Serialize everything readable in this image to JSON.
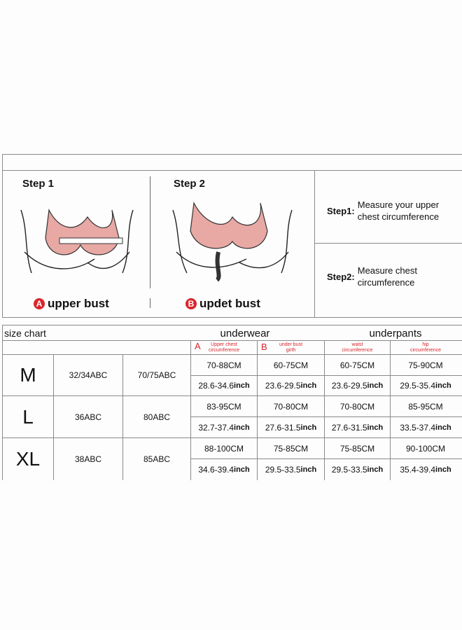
{
  "steps": {
    "step1_title": "Step 1",
    "step2_title": "Step 2",
    "label_a_letter": "A",
    "label_a_text": "upper bust",
    "label_b_letter": "B",
    "label_b_text": "updet bust"
  },
  "instructions": [
    {
      "label": "Step1:",
      "text_line1": "Measure your upper",
      "text_line2": "chest circumference"
    },
    {
      "label": "Step2:",
      "text_line1": "Measure chest",
      "text_line2": "circumference"
    }
  ],
  "table": {
    "size_chart_label": "size chart",
    "underwear_label": "underwear",
    "underpants_label": "underpants",
    "headers": [
      {
        "letter": "A",
        "line1": "Upper chest",
        "line2": "circumference"
      },
      {
        "letter": "B",
        "line1": "under bust",
        "line2": "girth"
      },
      {
        "letter": "",
        "line1": "waist",
        "line2": "circumference"
      },
      {
        "letter": "",
        "line1": "hip",
        "line2": "circumference"
      }
    ],
    "rows": [
      {
        "size": "M",
        "us": "32/34ABC",
        "eu": "70/75ABC",
        "cm": [
          "70-88CM",
          "60-75CM",
          "60-75CM",
          "75-90CM"
        ],
        "inch": [
          "28.6-34.6",
          "23.6-29.5",
          "23.6-29.5",
          "29.5-35.4"
        ]
      },
      {
        "size": "L",
        "us": "36ABC",
        "eu": "80ABC",
        "cm": [
          "83-95CM",
          "70-80CM",
          "70-80CM",
          "85-95CM"
        ],
        "inch": [
          "32.7-37.4",
          "27.6-31.5",
          "27.6-31.5",
          "33.5-37.4"
        ]
      },
      {
        "size": "XL",
        "us": "38ABC",
        "eu": "85ABC",
        "cm": [
          "88-100CM",
          "75-85CM",
          "75-85CM",
          "90-100CM"
        ],
        "inch": [
          "34.6-39.4",
          "29.5-33.5",
          "29.5-33.5",
          "35.4-39.4"
        ]
      }
    ],
    "inch_unit": "inch"
  },
  "colors": {
    "accent_red": "#d9252b",
    "garment_pink": "#e8a8a4"
  }
}
